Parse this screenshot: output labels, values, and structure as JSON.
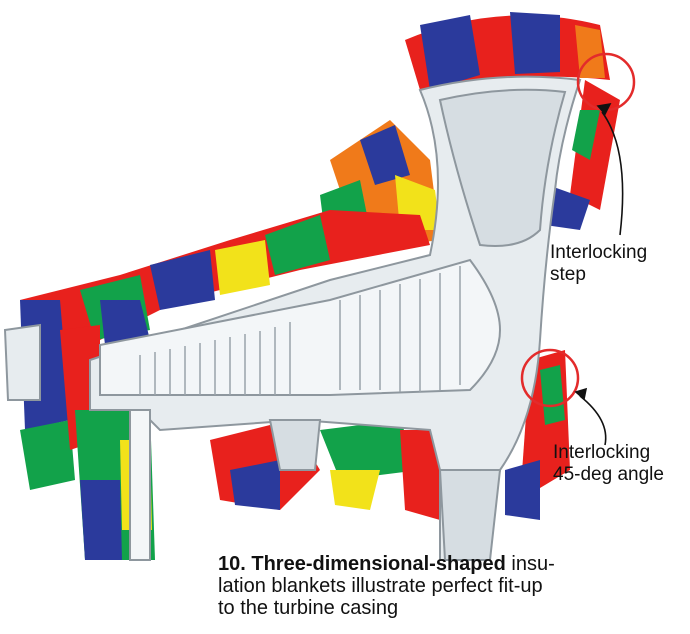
{
  "annotations": {
    "interlocking_step": [
      "Interlocking",
      "step"
    ],
    "interlocking_angle": [
      "Interlocking",
      "45-deg angle"
    ]
  },
  "caption": {
    "bold": "10. Three-dimensional-shaped",
    "lines": [
      " insu-",
      "lation blankets illustrate perfect fit-up",
      "to the turbine casing"
    ]
  },
  "colors": {
    "red": "#e8211d",
    "blue": "#2b3a9c",
    "green": "#12a24a",
    "yellow": "#f2e21a",
    "orange": "#f07a1a",
    "casing": "#e7ecef",
    "casing_edge": "#8e979e",
    "callout": "#e32b2b"
  }
}
